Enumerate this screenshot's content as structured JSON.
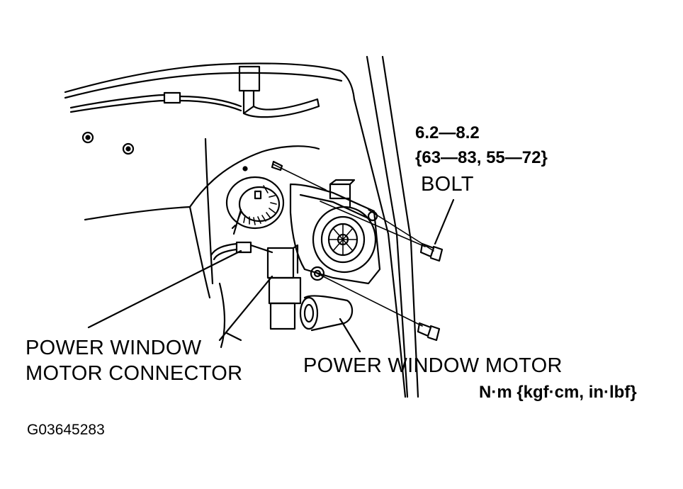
{
  "torque": {
    "line1": "6.2—8.2",
    "line2": "{63—83, 55—72}"
  },
  "labels": {
    "bolt": "BOLT",
    "connector_line1": "POWER WINDOW",
    "connector_line2": "MOTOR CONNECTOR",
    "motor": "POWER WINDOW MOTOR",
    "units": "N·m {kgf·cm, in·lbf}"
  },
  "figure_id": "G03645283"
}
